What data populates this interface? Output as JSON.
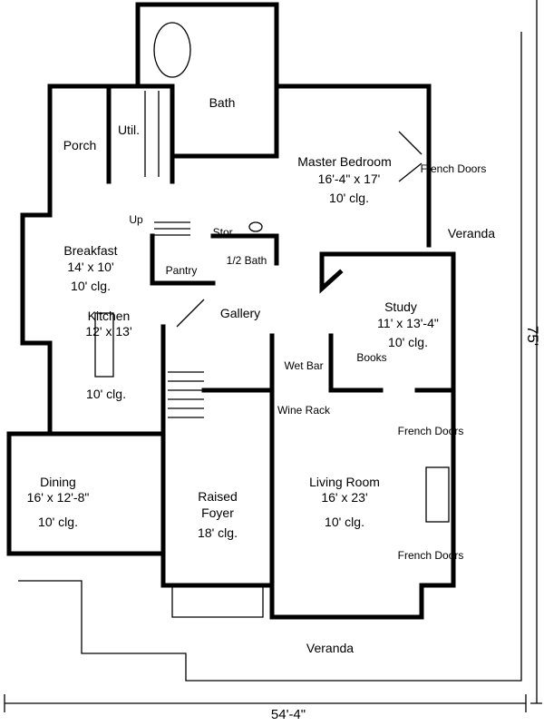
{
  "plan": {
    "rooms": {
      "bath": "Bath",
      "util": "Util.",
      "porch": "Porch",
      "master_name": "Master Bedroom",
      "master_size": "16'-4\" x 17'",
      "master_clg": "10' clg.",
      "stor": "Stor.",
      "up": "Up",
      "breakfast_name": "Breakfast",
      "breakfast_size": "14' x 10'",
      "breakfast_clg": "10' clg.",
      "pantry": "Pantry",
      "half_bath": "1/2 Bath",
      "gallery": "Gallery",
      "study_name": "Study",
      "study_size": "11' x 13'-4\"",
      "study_clg": "10' clg.",
      "kitchen_name": "Kitchen",
      "kitchen_size": "12' x 13'",
      "kitchen_clg": "10' clg.",
      "wet_bar": "Wet Bar",
      "books": "Books",
      "wine_rack": "Wine Rack",
      "dining_name": "Dining",
      "dining_size": "16' x 12'-8\"",
      "dining_clg": "10' clg.",
      "foyer_name1": "Raised",
      "foyer_name2": "Foyer",
      "foyer_clg": "18' clg.",
      "living_name": "Living Room",
      "living_size": "16' x 23'",
      "living_clg": "10' clg.",
      "veranda_right": "Veranda",
      "veranda_bottom": "Veranda",
      "french_doors_master": "French Doors",
      "french_doors_living_top": "French Doors",
      "french_doors_living_bottom": "French Doors"
    },
    "dimensions": {
      "width": "54'-4\"",
      "depth": "75'"
    }
  }
}
